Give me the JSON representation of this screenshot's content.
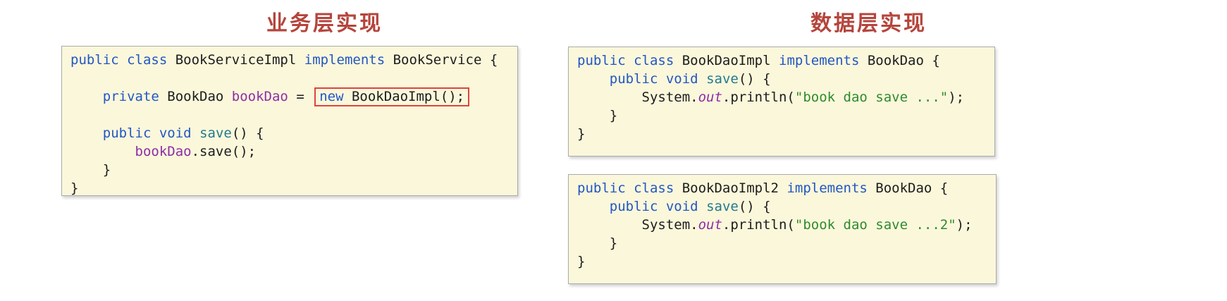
{
  "colors": {
    "page_background": "#FFFFFF",
    "panel_background": "#FBF7DB",
    "panel_border": "#ABABAB",
    "title_red": "#B5453C",
    "keyword_blue": "#2257C4",
    "method_teal": "#217A8F",
    "field_purple": "#8E2EA6",
    "string_green": "#2E8B2D",
    "code_text": "#1C1C1C",
    "highlight_box_red": "#E0443C"
  },
  "columns": [
    {
      "title": "业务层实现",
      "panels": [
        {
          "name": "book-service-impl",
          "lines": [
            [
              {
                "t": "public class",
                "c": "kw"
              },
              {
                "t": " BookServiceImpl ",
                "c": "plain"
              },
              {
                "t": "implements",
                "c": "kw"
              },
              {
                "t": " BookService {",
                "c": "plain"
              }
            ],
            [],
            [
              {
                "t": "    ",
                "c": "plain"
              },
              {
                "t": "private",
                "c": "kw"
              },
              {
                "t": " BookDao ",
                "c": "plain"
              },
              {
                "t": "bookDao",
                "c": "field"
              },
              {
                "t": " = ",
                "c": "plain"
              },
              {
                "box": [
                  {
                    "t": "new",
                    "c": "kw"
                  },
                  {
                    "t": " BookDaoImpl();",
                    "c": "plain"
                  }
                ]
              }
            ],
            [],
            [
              {
                "t": "    ",
                "c": "plain"
              },
              {
                "t": "public void",
                "c": "kw"
              },
              {
                "t": " ",
                "c": "plain"
              },
              {
                "t": "save",
                "c": "method"
              },
              {
                "t": "() {",
                "c": "plain"
              }
            ],
            [
              {
                "t": "        ",
                "c": "plain"
              },
              {
                "t": "bookDao",
                "c": "field"
              },
              {
                "t": ".save();",
                "c": "plain"
              }
            ],
            [
              {
                "t": "    }",
                "c": "plain"
              }
            ],
            [
              {
                "t": "}",
                "c": "plain"
              }
            ]
          ]
        }
      ]
    },
    {
      "title": "数据层实现",
      "panels": [
        {
          "name": "book-dao-impl",
          "lines": [
            [
              {
                "t": "public class",
                "c": "kw"
              },
              {
                "t": " BookDaoImpl ",
                "c": "plain"
              },
              {
                "t": "implements",
                "c": "kw"
              },
              {
                "t": " BookDao {",
                "c": "plain"
              }
            ],
            [
              {
                "t": "    ",
                "c": "plain"
              },
              {
                "t": "public void",
                "c": "kw"
              },
              {
                "t": " ",
                "c": "plain"
              },
              {
                "t": "save",
                "c": "method"
              },
              {
                "t": "() {",
                "c": "plain"
              }
            ],
            [
              {
                "t": "        System.",
                "c": "plain"
              },
              {
                "t": "out",
                "c": "static"
              },
              {
                "t": ".println(",
                "c": "plain"
              },
              {
                "t": "\"book dao save ...\"",
                "c": "str"
              },
              {
                "t": ");",
                "c": "plain"
              }
            ],
            [
              {
                "t": "    }",
                "c": "plain"
              }
            ],
            [
              {
                "t": "}",
                "c": "plain"
              }
            ]
          ]
        },
        {
          "name": "book-dao-impl2",
          "lines": [
            [
              {
                "t": "public class",
                "c": "kw"
              },
              {
                "t": " BookDaoImpl2 ",
                "c": "plain"
              },
              {
                "t": "implements",
                "c": "kw"
              },
              {
                "t": " BookDao {",
                "c": "plain"
              }
            ],
            [
              {
                "t": "    ",
                "c": "plain"
              },
              {
                "t": "public void",
                "c": "kw"
              },
              {
                "t": " ",
                "c": "plain"
              },
              {
                "t": "save",
                "c": "method"
              },
              {
                "t": "() {",
                "c": "plain"
              }
            ],
            [
              {
                "t": "        System.",
                "c": "plain"
              },
              {
                "t": "out",
                "c": "static"
              },
              {
                "t": ".println(",
                "c": "plain"
              },
              {
                "t": "\"book dao save ...2\"",
                "c": "str"
              },
              {
                "t": ");",
                "c": "plain"
              }
            ],
            [
              {
                "t": "    }",
                "c": "plain"
              }
            ],
            [
              {
                "t": "}",
                "c": "plain"
              }
            ]
          ]
        }
      ]
    }
  ]
}
